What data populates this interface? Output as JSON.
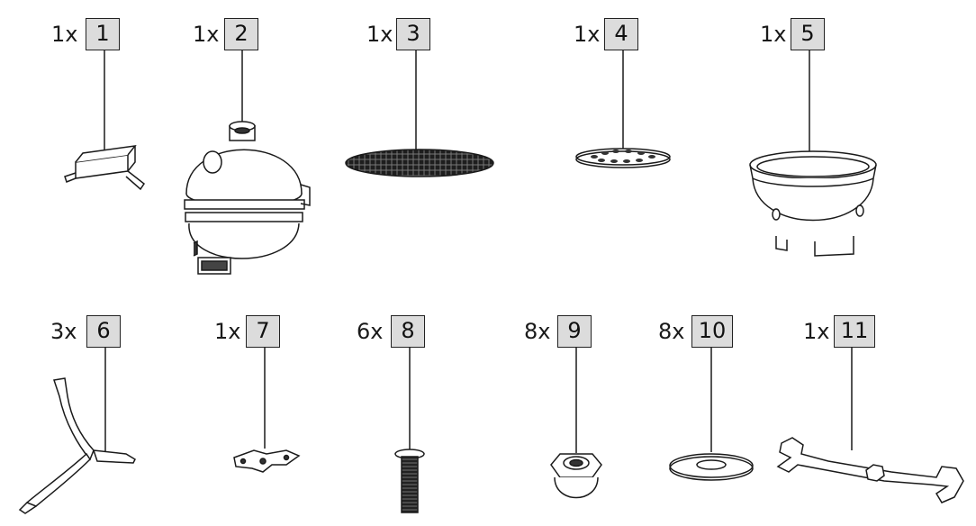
{
  "parts": [
    {
      "number": "1",
      "qty": "1x"
    },
    {
      "number": "2",
      "qty": "1x"
    },
    {
      "number": "3",
      "qty": "1x"
    },
    {
      "number": "4",
      "qty": "1x"
    },
    {
      "number": "5",
      "qty": "1x"
    },
    {
      "number": "6",
      "qty": "3x"
    },
    {
      "number": "7",
      "qty": "1x"
    },
    {
      "number": "8",
      "qty": "6x"
    },
    {
      "number": "9",
      "qty": "8x"
    },
    {
      "number": "10",
      "qty": "8x"
    },
    {
      "number": "11",
      "qty": "1x"
    }
  ],
  "colors": {
    "line": "#1a1a1a",
    "label_fill": "#dcdcdc"
  }
}
